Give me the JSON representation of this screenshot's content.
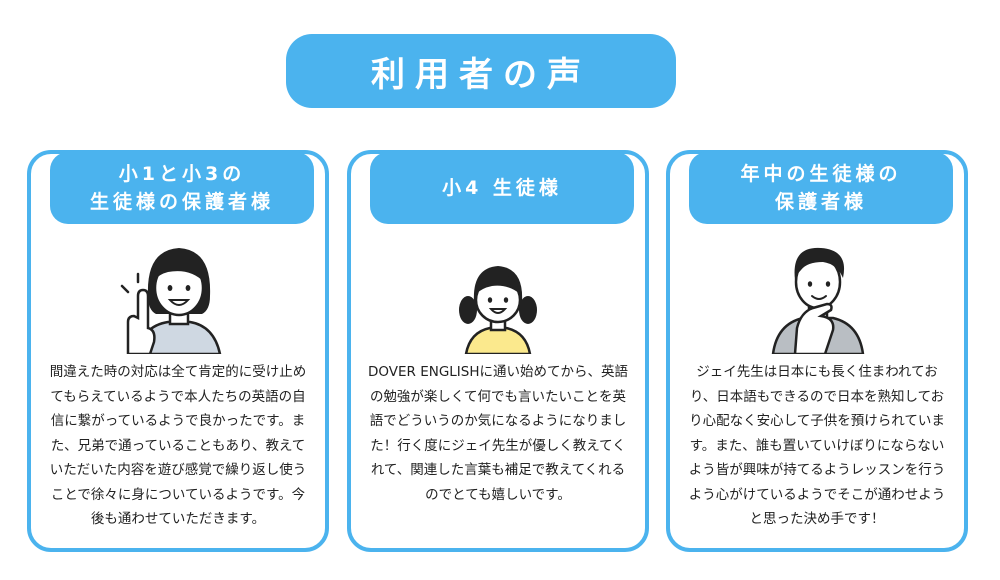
{
  "title": "利用者の声",
  "colors": {
    "accent": "#4bb3ee",
    "text": "#222222",
    "shirt_gray": "#cfd8e2",
    "shirt_yellow": "#fbe98d",
    "shirt_gray2": "#b9bec3"
  },
  "cards": [
    {
      "header": "小1と小3の\n生徒様の保護者様",
      "icon": "woman-pointing-icon",
      "text": "間違えた時の対応は全て肯定的に受け止めてもらえているようで本人たちの英語の自信に繋がっているようで良かったです。また、兄弟で通っていることもあり、教えていただいた内容を遊び感覚で繰り返し使うことで徐々に身についているようです。今後も通わせていただきます。"
    },
    {
      "header": "小4 生徒様",
      "icon": "girl-pigtails-icon",
      "text": "DOVER ENGLISHに通い始めてから、英語の勉強が楽しくて何でも言いたいことを英語でどういうのか気になるようになりました！行く度にジェイ先生が優しく教えてくれて、関連した言葉も補足で教えてくれるのでとても嬉しいです。"
    },
    {
      "header": "年中の生徒様の\n保護者様",
      "icon": "man-thinking-icon",
      "text": "ジェイ先生は日本にも長く住まわれており、日本語もできるので日本を熟知しており心配なく安心して子供を預けられています。また、誰も置いていけぼりにならないよう皆が興味が持てるようレッスンを行うよう心がけているようでそこが通わせようと思った決め手です！"
    }
  ]
}
